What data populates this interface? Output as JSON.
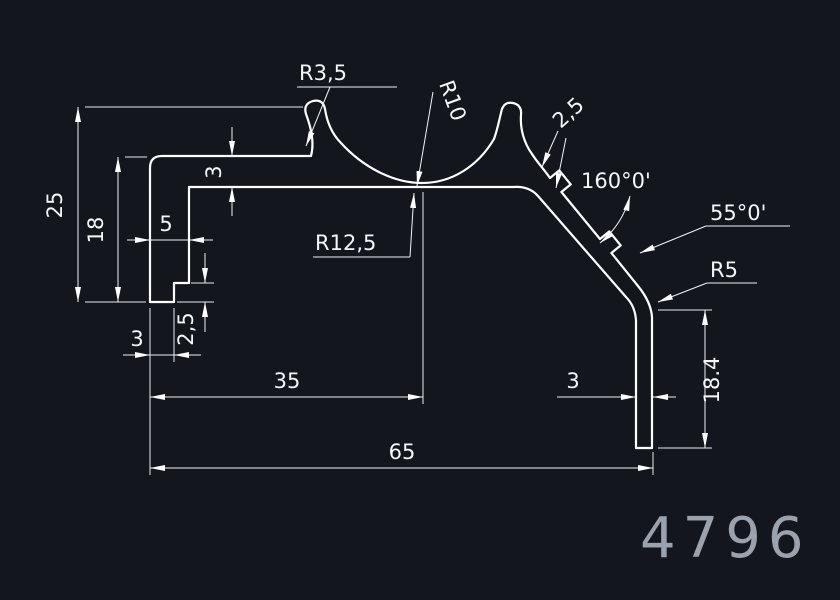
{
  "drawing": {
    "background_color": "#13161d",
    "line_color": "#ffffff",
    "part_number": "4796",
    "part_number_color": "#9aa2ad",
    "radius_labels": {
      "fillet_top": "R3,5",
      "horn_radius": "R10",
      "valley_radius": "R12,5",
      "corner_radius": "R5"
    },
    "angle_labels": {
      "bend_angle": "160°0'",
      "slope_angle": "55°0'"
    },
    "linear_dims": {
      "overall_width": "65",
      "mid_width": "35",
      "left_height": "25",
      "left_inner_height": "18",
      "foot_width": "5",
      "foot_tab_width": "3",
      "foot_step_height": "2,5",
      "top_wall_thickness": "3",
      "tab_width": "2,5",
      "right_leg_offset": "3",
      "right_leg_height": "18.4"
    }
  }
}
